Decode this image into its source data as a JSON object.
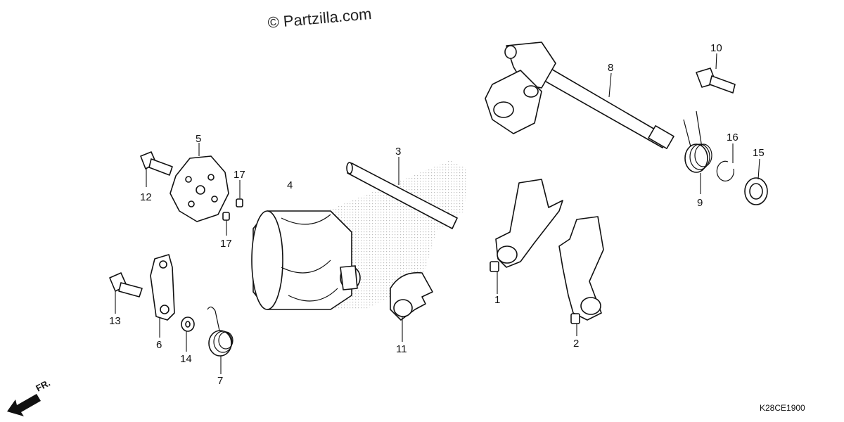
{
  "watermark": "© Partzilla.com",
  "diagram_code": "K28CE1900",
  "direction_label": "FR.",
  "callouts": {
    "c1": "1",
    "c2": "2",
    "c3": "3",
    "c4": "4",
    "c5": "5",
    "c6": "6",
    "c7": "7",
    "c8": "8",
    "c9": "9",
    "c10": "10",
    "c11": "11",
    "c12": "12",
    "c13": "13",
    "c14": "14",
    "c15": "15",
    "c16": "16",
    "c17a": "17",
    "c17b": "17"
  }
}
